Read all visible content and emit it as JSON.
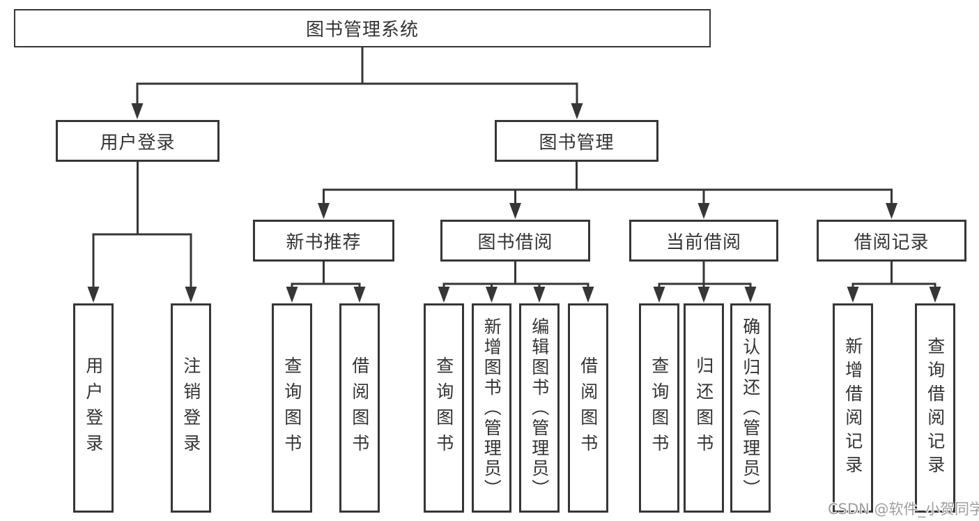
{
  "nodes": {
    "root": {
      "label": "图书管理系统"
    },
    "user_login": {
      "label": "用户登录"
    },
    "book_mgmt": {
      "label": "图书管理"
    },
    "new_book_rec": {
      "label": "新书推荐"
    },
    "book_borrow": {
      "label": "图书借阅"
    },
    "current_borrow": {
      "label": "当前借阅"
    },
    "borrow_records": {
      "label": "借阅记录"
    },
    "leaf_user_login": {
      "label": "用户登录"
    },
    "leaf_logout": {
      "label": "注销登录"
    },
    "leaf_newbook_search": {
      "label": "查询图书"
    },
    "leaf_newbook_borrow": {
      "label": "借阅图书"
    },
    "leaf_borrow_search": {
      "label": "查询图书"
    },
    "leaf_borrow_add": {
      "label": "新增图书（管理员）"
    },
    "leaf_borrow_edit": {
      "label": "编辑图书（管理员）"
    },
    "leaf_borrow_borrow": {
      "label": "借阅图书"
    },
    "leaf_current_search": {
      "label": "查询图书"
    },
    "leaf_current_return": {
      "label": "归还图书"
    },
    "leaf_current_confirm": {
      "label": "确认归还（管理员）"
    },
    "leaf_records_add": {
      "label": "新增借阅记录"
    },
    "leaf_records_search": {
      "label": "查询借阅记录"
    }
  },
  "watermark": {
    "text": "CSDN @软件_小贺同学"
  },
  "colors": {
    "line": "#363636",
    "text": "#333333",
    "watermark": "#9e9e9e",
    "background": "#ffffff"
  }
}
